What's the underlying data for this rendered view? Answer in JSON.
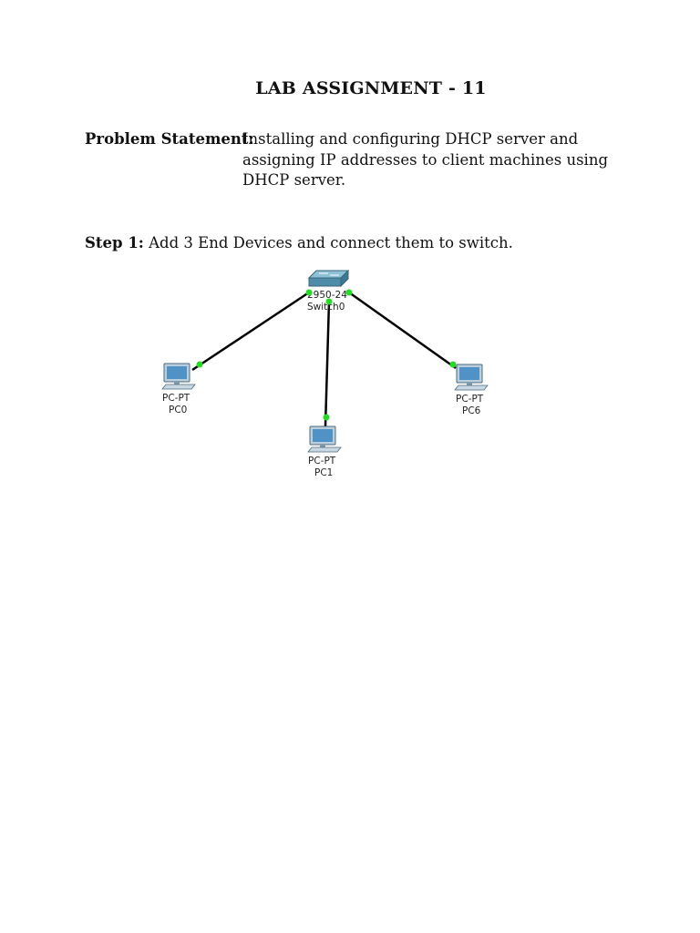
{
  "document": {
    "title": "LAB ASSIGNMENT - 11",
    "problem_statement": {
      "label": "Problem Statement:",
      "text": "Installing and configuring DHCP server and assigning IP addresses to client machines using DHCP server."
    },
    "step1": {
      "label": "Step 1:",
      "text": "Add 3 End Devices and connect them to switch."
    }
  },
  "diagram": {
    "switch": {
      "model_label": "2950-24",
      "name_label": "Switch0"
    },
    "devices": [
      {
        "type_label": "PC-PT",
        "name_label": "PC0"
      },
      {
        "type_label": "PC-PT",
        "name_label": "PC1"
      },
      {
        "type_label": "PC-PT",
        "name_label": "PC6"
      }
    ],
    "link_color": "#000000",
    "port_color": "#22dd22",
    "switch_color": "#5f9bb3",
    "pc_color": "#9bb6c8"
  }
}
